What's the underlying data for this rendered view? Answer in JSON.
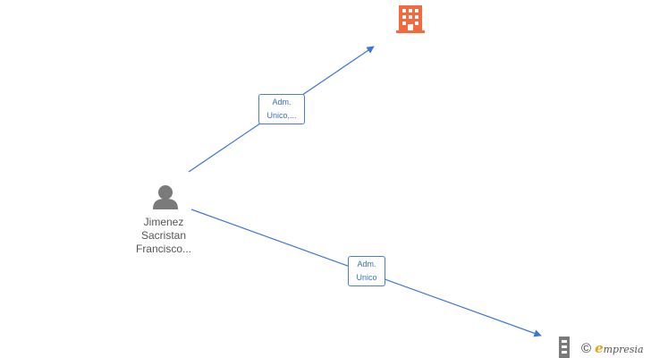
{
  "diagram": {
    "person": {
      "name_lines": [
        "Jimenez",
        "Sacristan",
        "Francisco..."
      ],
      "icon": "person-icon",
      "color": "#7a7a7a"
    },
    "companies": [
      {
        "icon": "building-icon",
        "color": "#f26a3d"
      },
      {
        "icon": "building-icon",
        "color": "#7a7a7a"
      }
    ],
    "edges": [
      {
        "label_lines": [
          "Adm.",
          "Unico,..."
        ],
        "color": "#3a78d4"
      },
      {
        "label_lines": [
          "Adm.",
          "Unico"
        ],
        "color": "#3a78d4"
      }
    ]
  },
  "watermark": {
    "copyright": "©",
    "brand_initial": "e",
    "brand_rest": "mpresia"
  }
}
